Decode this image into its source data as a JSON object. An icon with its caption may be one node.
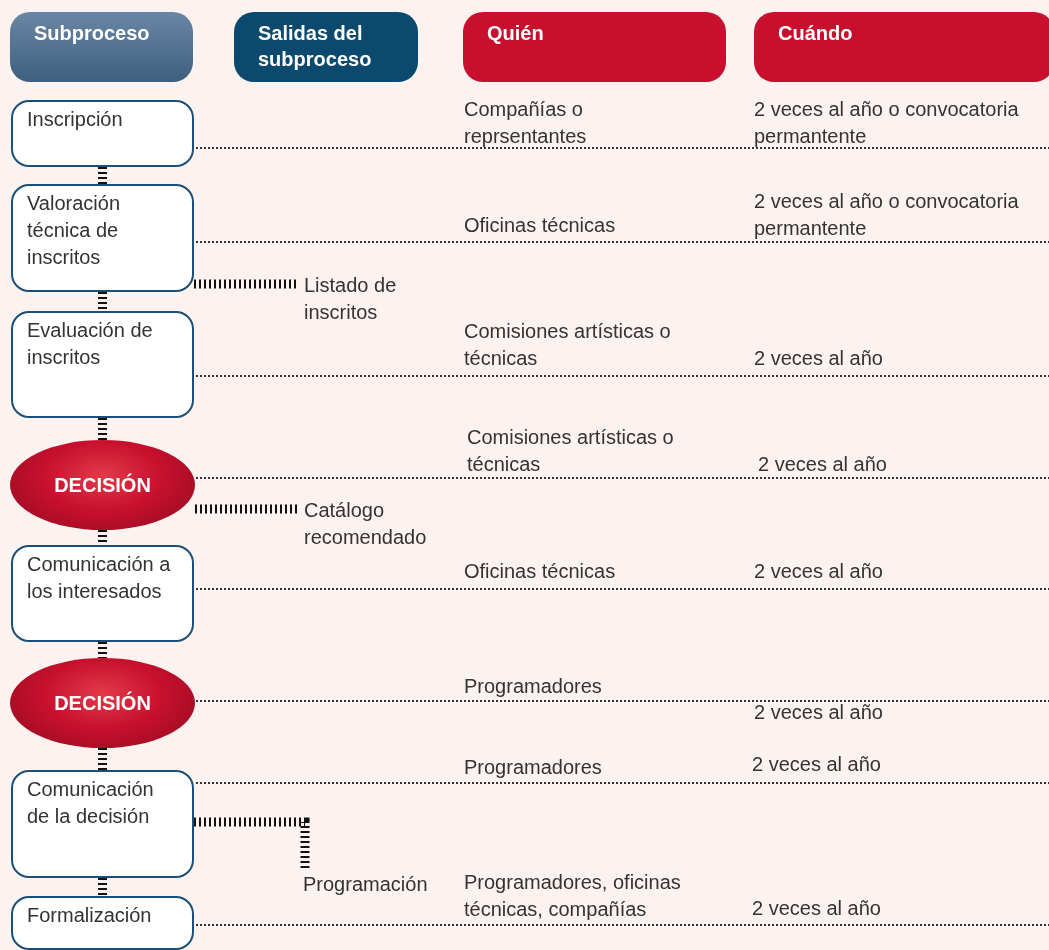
{
  "diagram": {
    "nodes": [
      {
        "text": [
          "Subproceso"
        ]
      },
      {
        "text": [
          "Salidas del subproceso"
        ]
      },
      {
        "text": [
          "Quién"
        ]
      },
      {
        "text": [
          "Cuándo"
        ]
      },
      {
        "text": [
          "Inscripción"
        ]
      },
      {
        "text": [
          "Valoración técnica de inscritos"
        ]
      },
      {
        "text": [
          "Evaluación de inscritos"
        ]
      },
      {
        "text": [
          "DECISIÓN"
        ]
      },
      {
        "text": [
          "Comunicación a los interesados"
        ]
      },
      {
        "text": [
          "DECISIÓN"
        ]
      },
      {
        "text": [
          "Comunicación de la decisión"
        ]
      },
      {
        "text": [
          "Formalización"
        ]
      },
      {
        "text": [
          "Listado de inscritos"
        ]
      },
      {
        "text": [
          "Catálogo recomendado"
        ]
      },
      {
        "text": [
          "Programación"
        ]
      }
    ],
    "edges": [
      {
        "from": 4,
        "to": 5,
        "arrow": "none"
      },
      {
        "from": 5,
        "to": 6,
        "arrow": "none"
      },
      {
        "from": 6,
        "to": 7,
        "arrow": "none"
      },
      {
        "from": 7,
        "to": 8,
        "arrow": "none"
      },
      {
        "from": 8,
        "to": 9,
        "arrow": "none"
      },
      {
        "from": 9,
        "to": 10,
        "arrow": "none"
      },
      {
        "from": 10,
        "to": 11,
        "arrow": "none"
      },
      {
        "from": 5,
        "to": 12,
        "arrow": "none"
      },
      {
        "from": 7,
        "to": 13,
        "arrow": "none"
      },
      {
        "from": 10,
        "to": 14,
        "arrow": "none"
      }
    ],
    "labels": [
      "Compañías o reprsentantes",
      "2 veces al año o convocatoria permantente",
      "Oficinas técnicas",
      "2 veces al año o convocatoria permantente",
      "Comisiones artísticas o técnicas",
      "2 veces al año",
      "Comisiones artísticas o técnicas",
      "2 veces al año",
      "Oficinas técnicas",
      "2 veces al año",
      "Programadores",
      "2 veces al año",
      "Programadores",
      "2 veces al año",
      "Programadores, oficinas técnicas, compañías",
      "2 veces al año"
    ]
  }
}
